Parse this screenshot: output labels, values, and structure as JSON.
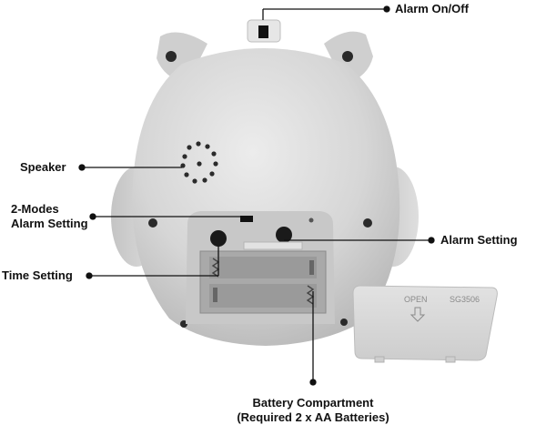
{
  "callouts": {
    "alarm_on_off": "Alarm On/Off",
    "speaker": "Speaker",
    "two_modes_line1": "2-Modes",
    "two_modes_line2": "Alarm Setting",
    "alarm_setting": "Alarm Setting",
    "time_setting": "Time Setting",
    "battery_line1": "Battery Compartment",
    "battery_line2": "(Required 2 x AA Batteries)"
  },
  "lid": {
    "open_label": "OPEN",
    "model_label": "SG3506"
  },
  "colors": {
    "body": "#d7d7d7",
    "body_shadow": "#b9b9b9",
    "line": "#111111"
  }
}
